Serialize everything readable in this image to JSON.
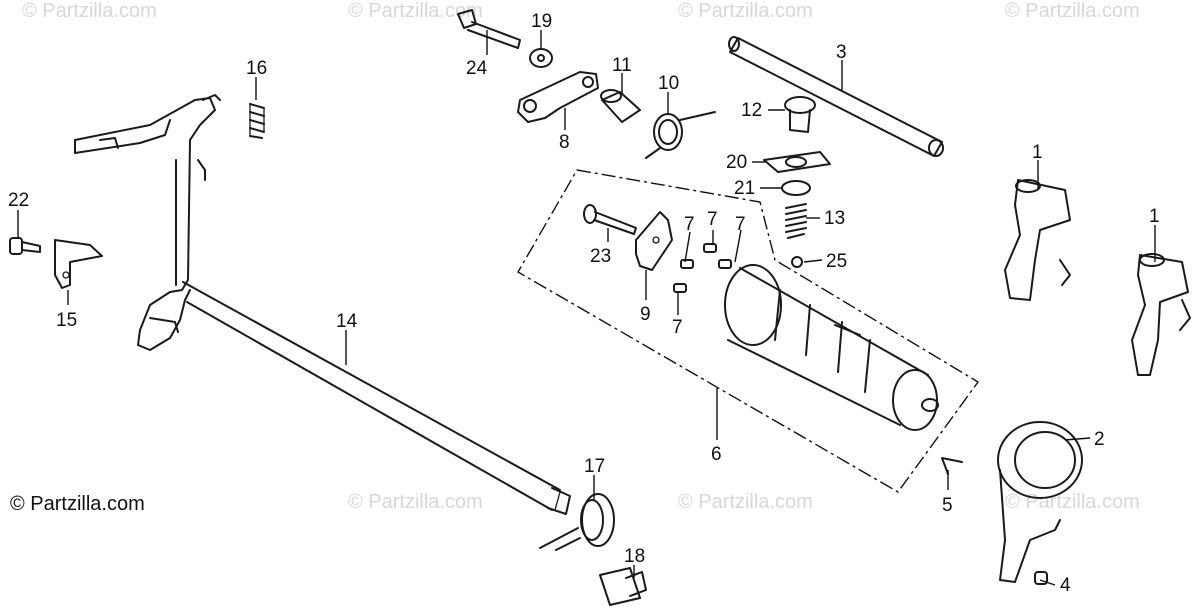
{
  "watermark": "© Partzilla.com",
  "copyright": "© Partzilla.com",
  "callouts": [
    "1",
    "1",
    "2",
    "3",
    "4",
    "5",
    "6",
    "7",
    "7",
    "7",
    "7",
    "8",
    "9",
    "10",
    "11",
    "12",
    "13",
    "14",
    "15",
    "16",
    "17",
    "18",
    "19",
    "20",
    "21",
    "22",
    "23",
    "24",
    "25"
  ]
}
